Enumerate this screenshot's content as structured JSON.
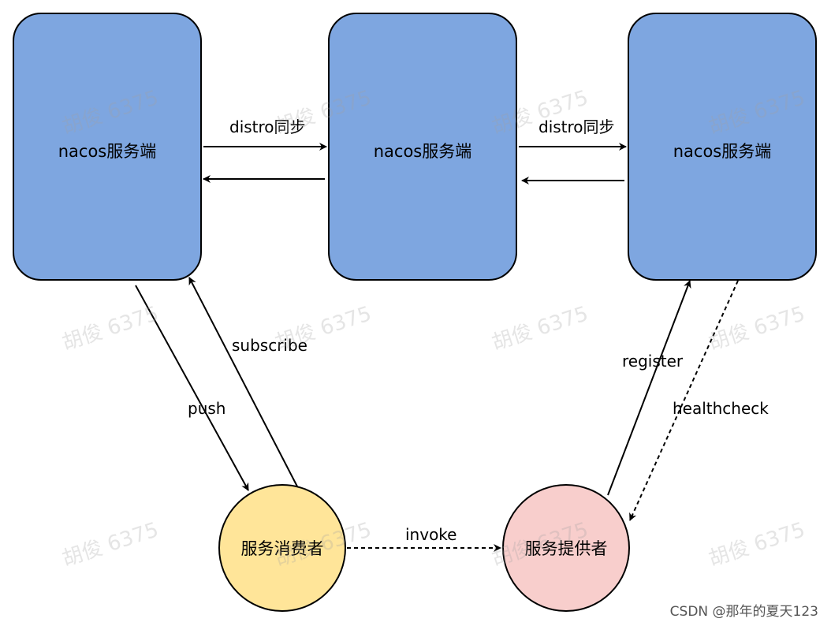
{
  "nodes": {
    "server_left": "nacos服务端",
    "server_middle": "nacos服务端",
    "server_right": "nacos服务端",
    "consumer": "服务消费者",
    "provider": "服务提供者"
  },
  "edges": {
    "sync_left_middle": "distro同步",
    "sync_middle_right": "distro同步",
    "subscribe": "subscribe",
    "push": "push",
    "register": "register",
    "healthcheck": "healthcheck",
    "invoke": "invoke"
  },
  "watermark": "胡俊 6375",
  "footer": "CSDN @那年的夏天123",
  "colors": {
    "server_fill": "#7ea6e0",
    "consumer_fill": "#ffe599",
    "provider_fill": "#f8cecc"
  }
}
